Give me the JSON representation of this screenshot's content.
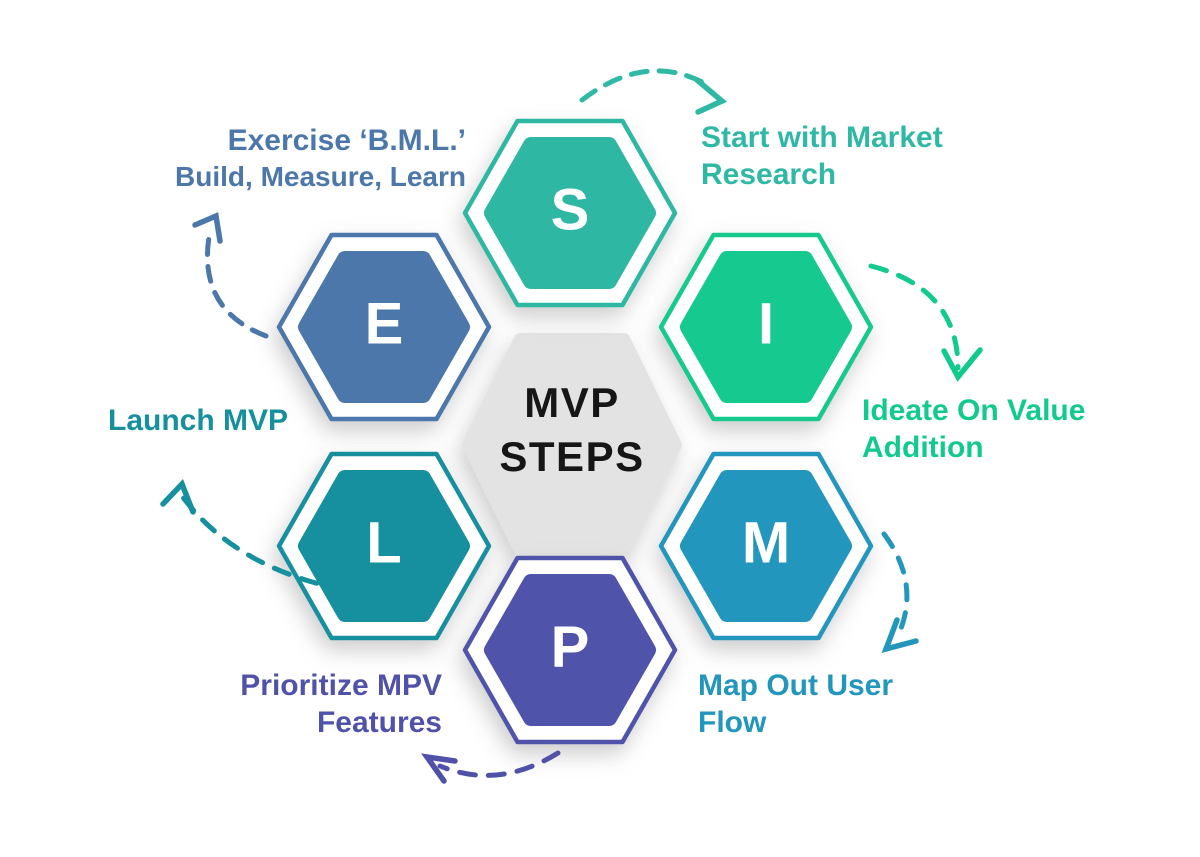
{
  "diagram": {
    "title_line1": "MVP",
    "title_line2": "STEPS",
    "center_bg": "#e3e3e3",
    "title_color": "#161616",
    "letter_color": "#ffffff"
  },
  "steps": [
    {
      "id": "start",
      "letter": "S",
      "color": "#2fb8a4",
      "label_line1": "Start with Market",
      "label_line2": "Research"
    },
    {
      "id": "ideate",
      "letter": "I",
      "color": "#12c98e",
      "label_line1": "Ideate On Value",
      "label_line2": "Addition"
    },
    {
      "id": "map",
      "letter": "M",
      "color": "#2296bd",
      "label_line1": "Map Out User",
      "label_line2": "Flow"
    },
    {
      "id": "prioritize",
      "letter": "P",
      "color": "#5052a9",
      "label_line1": "Prioritize MPV",
      "label_line2": "Features"
    },
    {
      "id": "launch",
      "letter": "L",
      "color": "#16909e",
      "label_line1": "Launch MVP",
      "label_line2": ""
    },
    {
      "id": "exercise",
      "letter": "E",
      "color": "#4b77aa",
      "label_line1": "Exercise ‘B.M.L.’",
      "label_line2": "Build, Measure, Learn"
    }
  ]
}
